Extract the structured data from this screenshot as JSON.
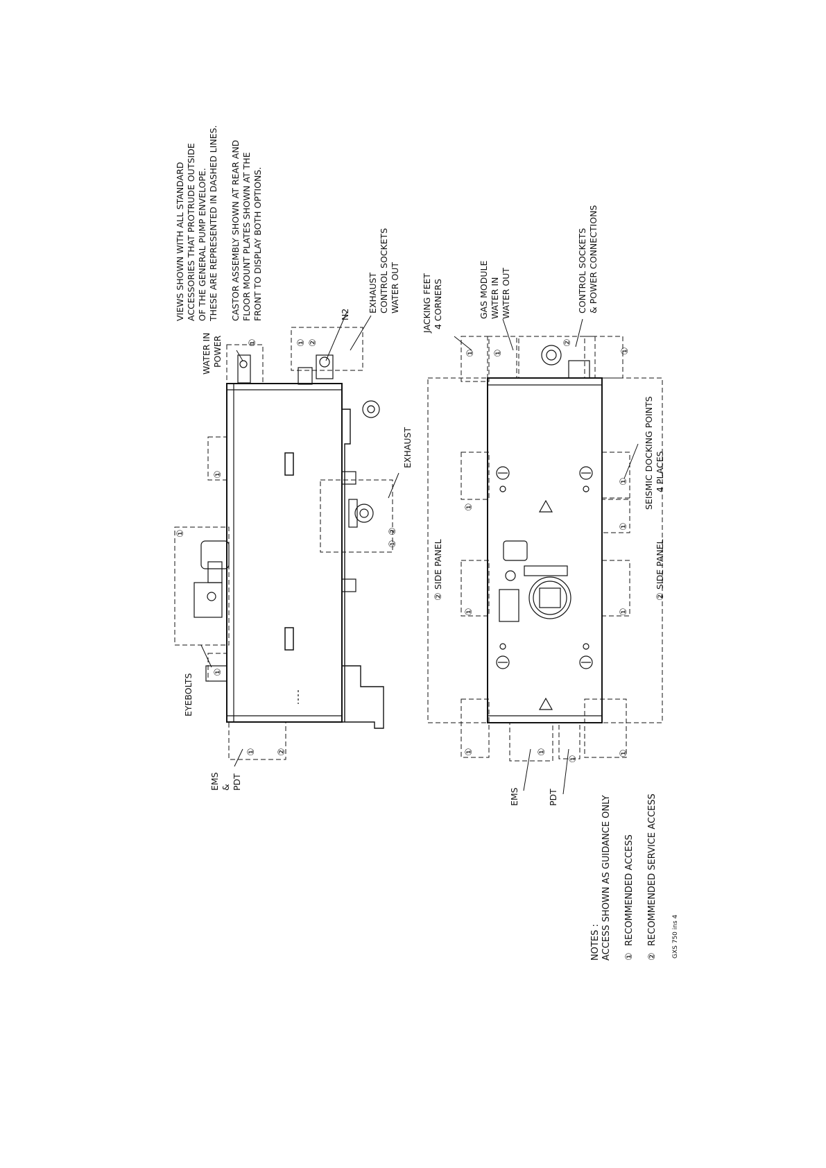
{
  "document": {
    "drawing_ref": "GXS 750 ins 4",
    "colors": {
      "line": "#111111",
      "paper": "#ffffff"
    }
  },
  "header_notes": {
    "views_note": [
      "VIEWS SHOWN WITH ALL STANDARD",
      "ACCESSORIES THAT PROTRUDE OUTSIDE",
      "OF THE GENERAL PUMP ENVELOPE.",
      "THESE ARE REPRESENTED IN DASHED LINES."
    ],
    "castor_note": [
      "CASTOR ASSEMBLY SHOWN AT REAR AND",
      "FLOOR MOUNT PLATES SHOWN AT THE",
      "FRONT TO DISPLAY BOTH OPTIONS."
    ]
  },
  "side_view": {
    "water_in_power": [
      "WATER IN",
      "POWER"
    ],
    "n2": "N2",
    "exhaust_control_water": [
      "EXHAUST",
      "CONTROL SOCKETS",
      "WATER OUT"
    ],
    "exhaust": "EXHAUST",
    "eyebolts": "EYEBOLTS",
    "ems_pdt": [
      "EMS",
      "&",
      "PDT"
    ]
  },
  "plan_view": {
    "jacking_feet": [
      "JACKING FEET",
      "4 CORNERS"
    ],
    "gas_module": [
      "GAS MODULE",
      "WATER IN",
      "WATER OUT"
    ],
    "control_power": [
      "CONTROL SOCKETS",
      "& POWER CONNECTIONS"
    ],
    "side_panel_top": "SIDE PANEL",
    "side_panel_bottom": "SIDE PANEL",
    "seismic": [
      "SEISMIC DOCKING POINTS",
      "4 PLACES"
    ],
    "ems": "EMS",
    "pdt": "PDT"
  },
  "notes": {
    "heading": "NOTES :",
    "guidance": "ACCESS SHOWN AS GUIDANCE ONLY",
    "recommended_access": "RECOMMENDED ACCESS",
    "recommended_service": "RECOMMENDED SERVICE ACCESS"
  },
  "access_markers": {
    "one": "①",
    "two": "②"
  },
  "icons": [
    "access-zone-1-icon",
    "access-zone-2-icon",
    "warning-triangle-icon"
  ]
}
